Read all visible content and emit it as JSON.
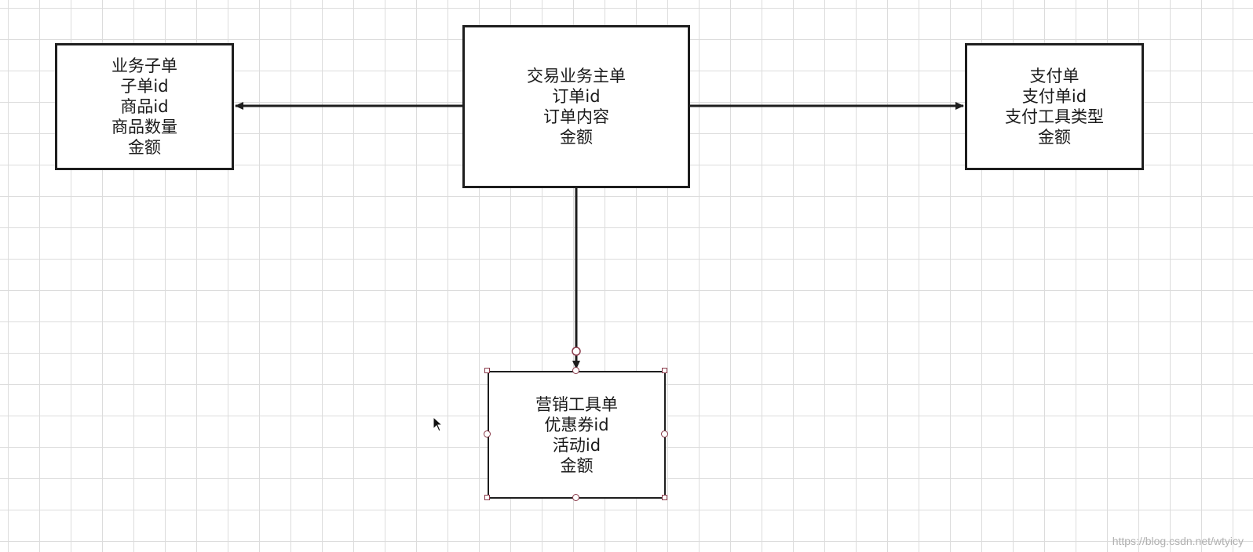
{
  "diagram": {
    "nodes": {
      "main_order": {
        "lines": [
          "交易业务主单",
          "订单id",
          "订单内容",
          "金额"
        ]
      },
      "sub_order": {
        "lines": [
          "业务子单",
          "子单id",
          "商品id",
          "商品数量",
          "金额"
        ]
      },
      "payment_order": {
        "lines": [
          "支付单",
          "支付单id",
          "支付工具类型",
          "金额"
        ]
      },
      "marketing_order": {
        "lines": [
          "营销工具单",
          "优惠券id",
          "活动id",
          "金额"
        ],
        "selected": true
      }
    },
    "edges": [
      {
        "from": "main_order",
        "to": "sub_order"
      },
      {
        "from": "main_order",
        "to": "payment_order"
      },
      {
        "from": "main_order",
        "to": "marketing_order"
      }
    ]
  },
  "watermark": "https://blog.csdn.net/wtyicy",
  "colors": {
    "box_border": "#1e1e1e",
    "connector": "#1e1e1e",
    "grid": "#dcdcdc",
    "selection_handle": "#8a3a4a"
  }
}
